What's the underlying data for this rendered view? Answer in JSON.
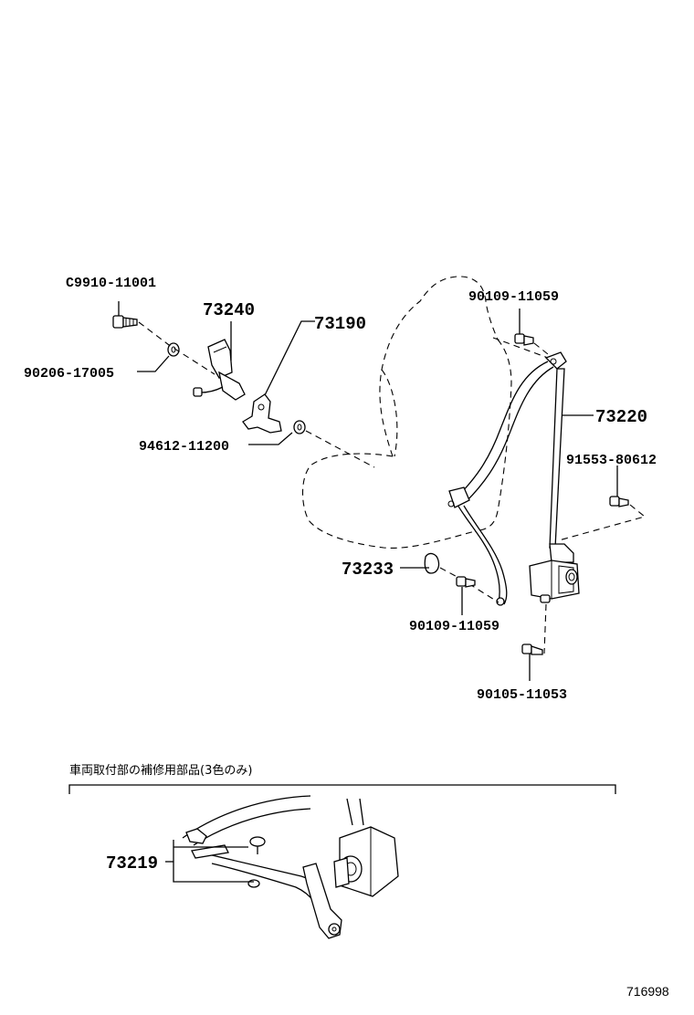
{
  "parts": {
    "p_c9910": "C9910-11001",
    "p_73240": "73240",
    "p_73190": "73190",
    "p_90206": "90206-17005",
    "p_94612": "94612-11200",
    "p_90109_top": "90109-11059",
    "p_73220": "73220",
    "p_91553": "91553-80612",
    "p_73233": "73233",
    "p_90109_bottom": "90109-11059",
    "p_90105": "90105-11053",
    "p_73219": "73219"
  },
  "inset": {
    "caption": "車両取付部の補修用部品(3色のみ)"
  },
  "reference_number": "716998"
}
